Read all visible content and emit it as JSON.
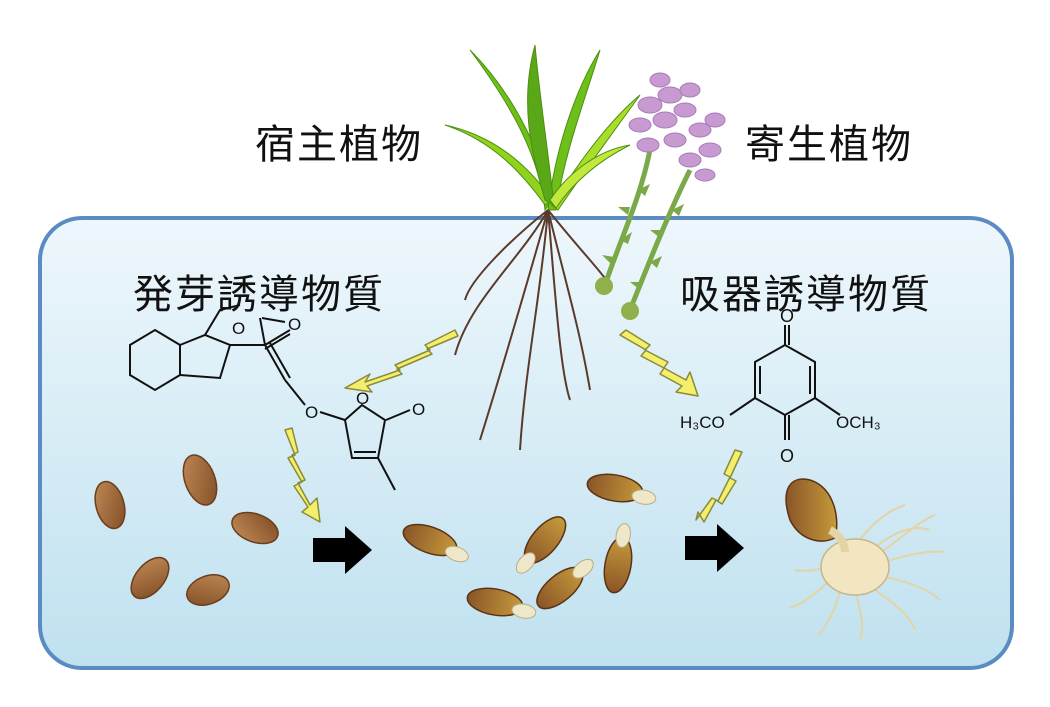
{
  "labels": {
    "host_plant": "宿主植物",
    "parasitic_plant": "寄生植物",
    "germination_inducer": "発芽誘導物質",
    "haustorium_inducer": "吸器誘導物質"
  },
  "chem": {
    "h3co": "H₃CO",
    "och3": "OCH₃",
    "o_ring1": "O",
    "o_carbonyl1": "O",
    "o_ether": "O",
    "o_ring2": "O",
    "o_carbonyl2": "O",
    "o_quinone_top": "O",
    "o_quinone_bottom": "O"
  },
  "colors": {
    "soil_fill": "#d6ecf6",
    "soil_border": "#5a8bc2",
    "signal_arrow": "#f4ef6a",
    "seed": "#a26d3f",
    "host_leaf": "#6fbf1a",
    "parasite_flower": "#c79bd2",
    "root": "#5a3b2a"
  },
  "icons": [
    "host-plant-icon",
    "parasite-plant-icon",
    "seed-icon",
    "haustorium-icon",
    "signal-arrow-icon",
    "progress-arrow-icon"
  ]
}
